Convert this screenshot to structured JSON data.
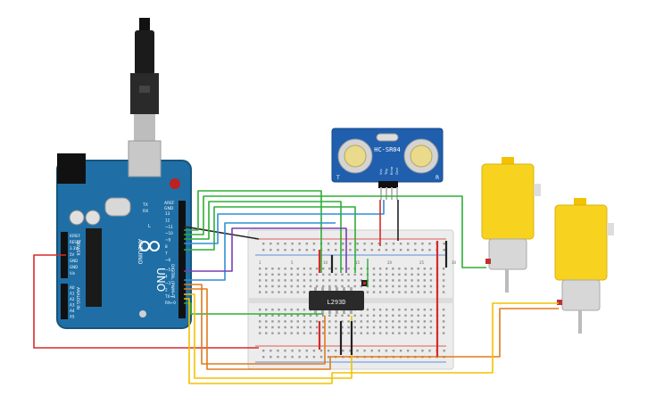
{
  "arduino": {
    "brand": "ARDUINO",
    "model": "UNO",
    "section_digital": "DIGITAL (PWM~)",
    "section_power": "POWER",
    "section_analog": "ANALOG IN",
    "pin_aref": "AREF",
    "pin_gnd_top": "GND",
    "pins_digital": [
      "13",
      "12",
      "~11",
      "~10",
      "~9",
      "8",
      "7",
      "~6",
      "~5",
      "4",
      "~3",
      "2",
      "TX→1",
      "RX←0"
    ],
    "pins_power": [
      "IOREF",
      "RESET",
      "3.3V",
      "5V",
      "GND",
      "GND",
      "Vin"
    ],
    "pins_analog": [
      "A0",
      "A1",
      "A2",
      "A3",
      "A4",
      "A5"
    ],
    "led_l": "L",
    "led_tx": "TX",
    "led_rx": "RX"
  },
  "sensor": {
    "label": "HC-SR04",
    "pins": [
      "Vcc",
      "Trig",
      "Echo",
      "Gnd"
    ],
    "corner_left": "T",
    "corner_right": "R"
  },
  "chip": {
    "label": "L293D"
  },
  "breadboard": {
    "cols_top": [
      "1",
      "5",
      "10",
      "15",
      "20",
      "25",
      "30"
    ]
  },
  "colors": {
    "board_blue": "#1f6fa6",
    "wire_red": "#d62b2b",
    "wire_black": "#222222",
    "wire_green": "#2fae36",
    "wire_blue": "#2f8fd6",
    "wire_purple": "#7a3fb0",
    "wire_orange": "#e07b1a",
    "wire_yellow": "#f2c200",
    "motor_yellow": "#f7d320"
  }
}
